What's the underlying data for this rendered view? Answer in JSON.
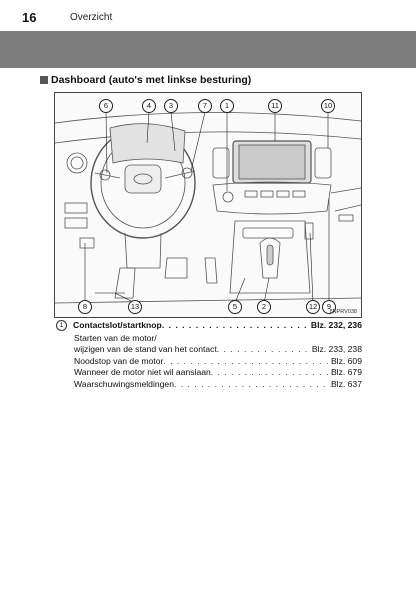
{
  "page": {
    "number": "16",
    "section": "Overzicht"
  },
  "subheading": "Dashboard (auto's met linkse besturing)",
  "figure": {
    "code": "8NPRV038",
    "callouts_top": [
      "6",
      "4",
      "3",
      "7",
      "1",
      "11",
      "10"
    ],
    "callouts_bottom": [
      "8",
      "13",
      "5",
      "2",
      "12",
      "9"
    ]
  },
  "entries": [
    {
      "number": "1",
      "title": "Contactslot/startknop",
      "ref": "Blz. 232, 236",
      "lines": [
        {
          "label": "Starten van de motor/",
          "ref": ""
        },
        {
          "label": "wijzigen van de stand van het contact",
          "ref": "Blz. 233, 238"
        },
        {
          "label": "Noodstop van de motor",
          "ref": "Blz. 609"
        },
        {
          "label": "Wanneer de motor niet wil aanslaan",
          "ref": "Blz. 679"
        },
        {
          "label": "Waarschuwingsmeldingen",
          "ref": "Blz. 637"
        }
      ]
    }
  ]
}
